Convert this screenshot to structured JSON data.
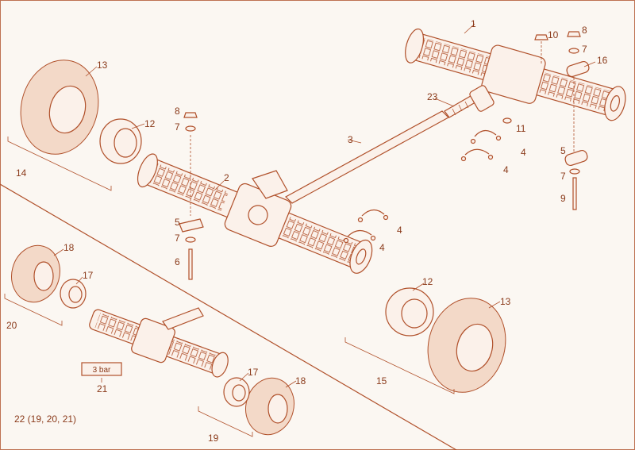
{
  "callouts": [
    {
      "id": "c1",
      "text": "1"
    },
    {
      "id": "c2",
      "text": "2"
    },
    {
      "id": "c3",
      "text": "3"
    },
    {
      "id": "c4a",
      "text": "4"
    },
    {
      "id": "c4b",
      "text": "4"
    },
    {
      "id": "c4c",
      "text": "4"
    },
    {
      "id": "c4d",
      "text": "4"
    },
    {
      "id": "c5a",
      "text": "5"
    },
    {
      "id": "c5b",
      "text": "5"
    },
    {
      "id": "c6",
      "text": "6"
    },
    {
      "id": "c7a",
      "text": "7"
    },
    {
      "id": "c7b",
      "text": "7"
    },
    {
      "id": "c7c",
      "text": "7"
    },
    {
      "id": "c7d",
      "text": "7"
    },
    {
      "id": "c8a",
      "text": "8"
    },
    {
      "id": "c8b",
      "text": "8"
    },
    {
      "id": "c9",
      "text": "9"
    },
    {
      "id": "c10",
      "text": "10"
    },
    {
      "id": "c11",
      "text": "11"
    },
    {
      "id": "c12a",
      "text": "12"
    },
    {
      "id": "c12b",
      "text": "12"
    },
    {
      "id": "c13a",
      "text": "13"
    },
    {
      "id": "c13b",
      "text": "13"
    },
    {
      "id": "c14",
      "text": "14"
    },
    {
      "id": "c15",
      "text": "15"
    },
    {
      "id": "c16",
      "text": "16"
    },
    {
      "id": "c17a",
      "text": "17"
    },
    {
      "id": "c17b",
      "text": "17"
    },
    {
      "id": "c18a",
      "text": "18"
    },
    {
      "id": "c18b",
      "text": "18"
    },
    {
      "id": "c19",
      "text": "19"
    },
    {
      "id": "c20",
      "text": "20"
    },
    {
      "id": "c21",
      "text": "21"
    },
    {
      "id": "c23",
      "text": "23"
    }
  ],
  "pressure_label": "3 bar",
  "kit_note": "22 (19, 20, 21)",
  "colors": {
    "ink": "#b0502a",
    "paper": "#fbf7f2",
    "text": "#8a3a1a"
  }
}
